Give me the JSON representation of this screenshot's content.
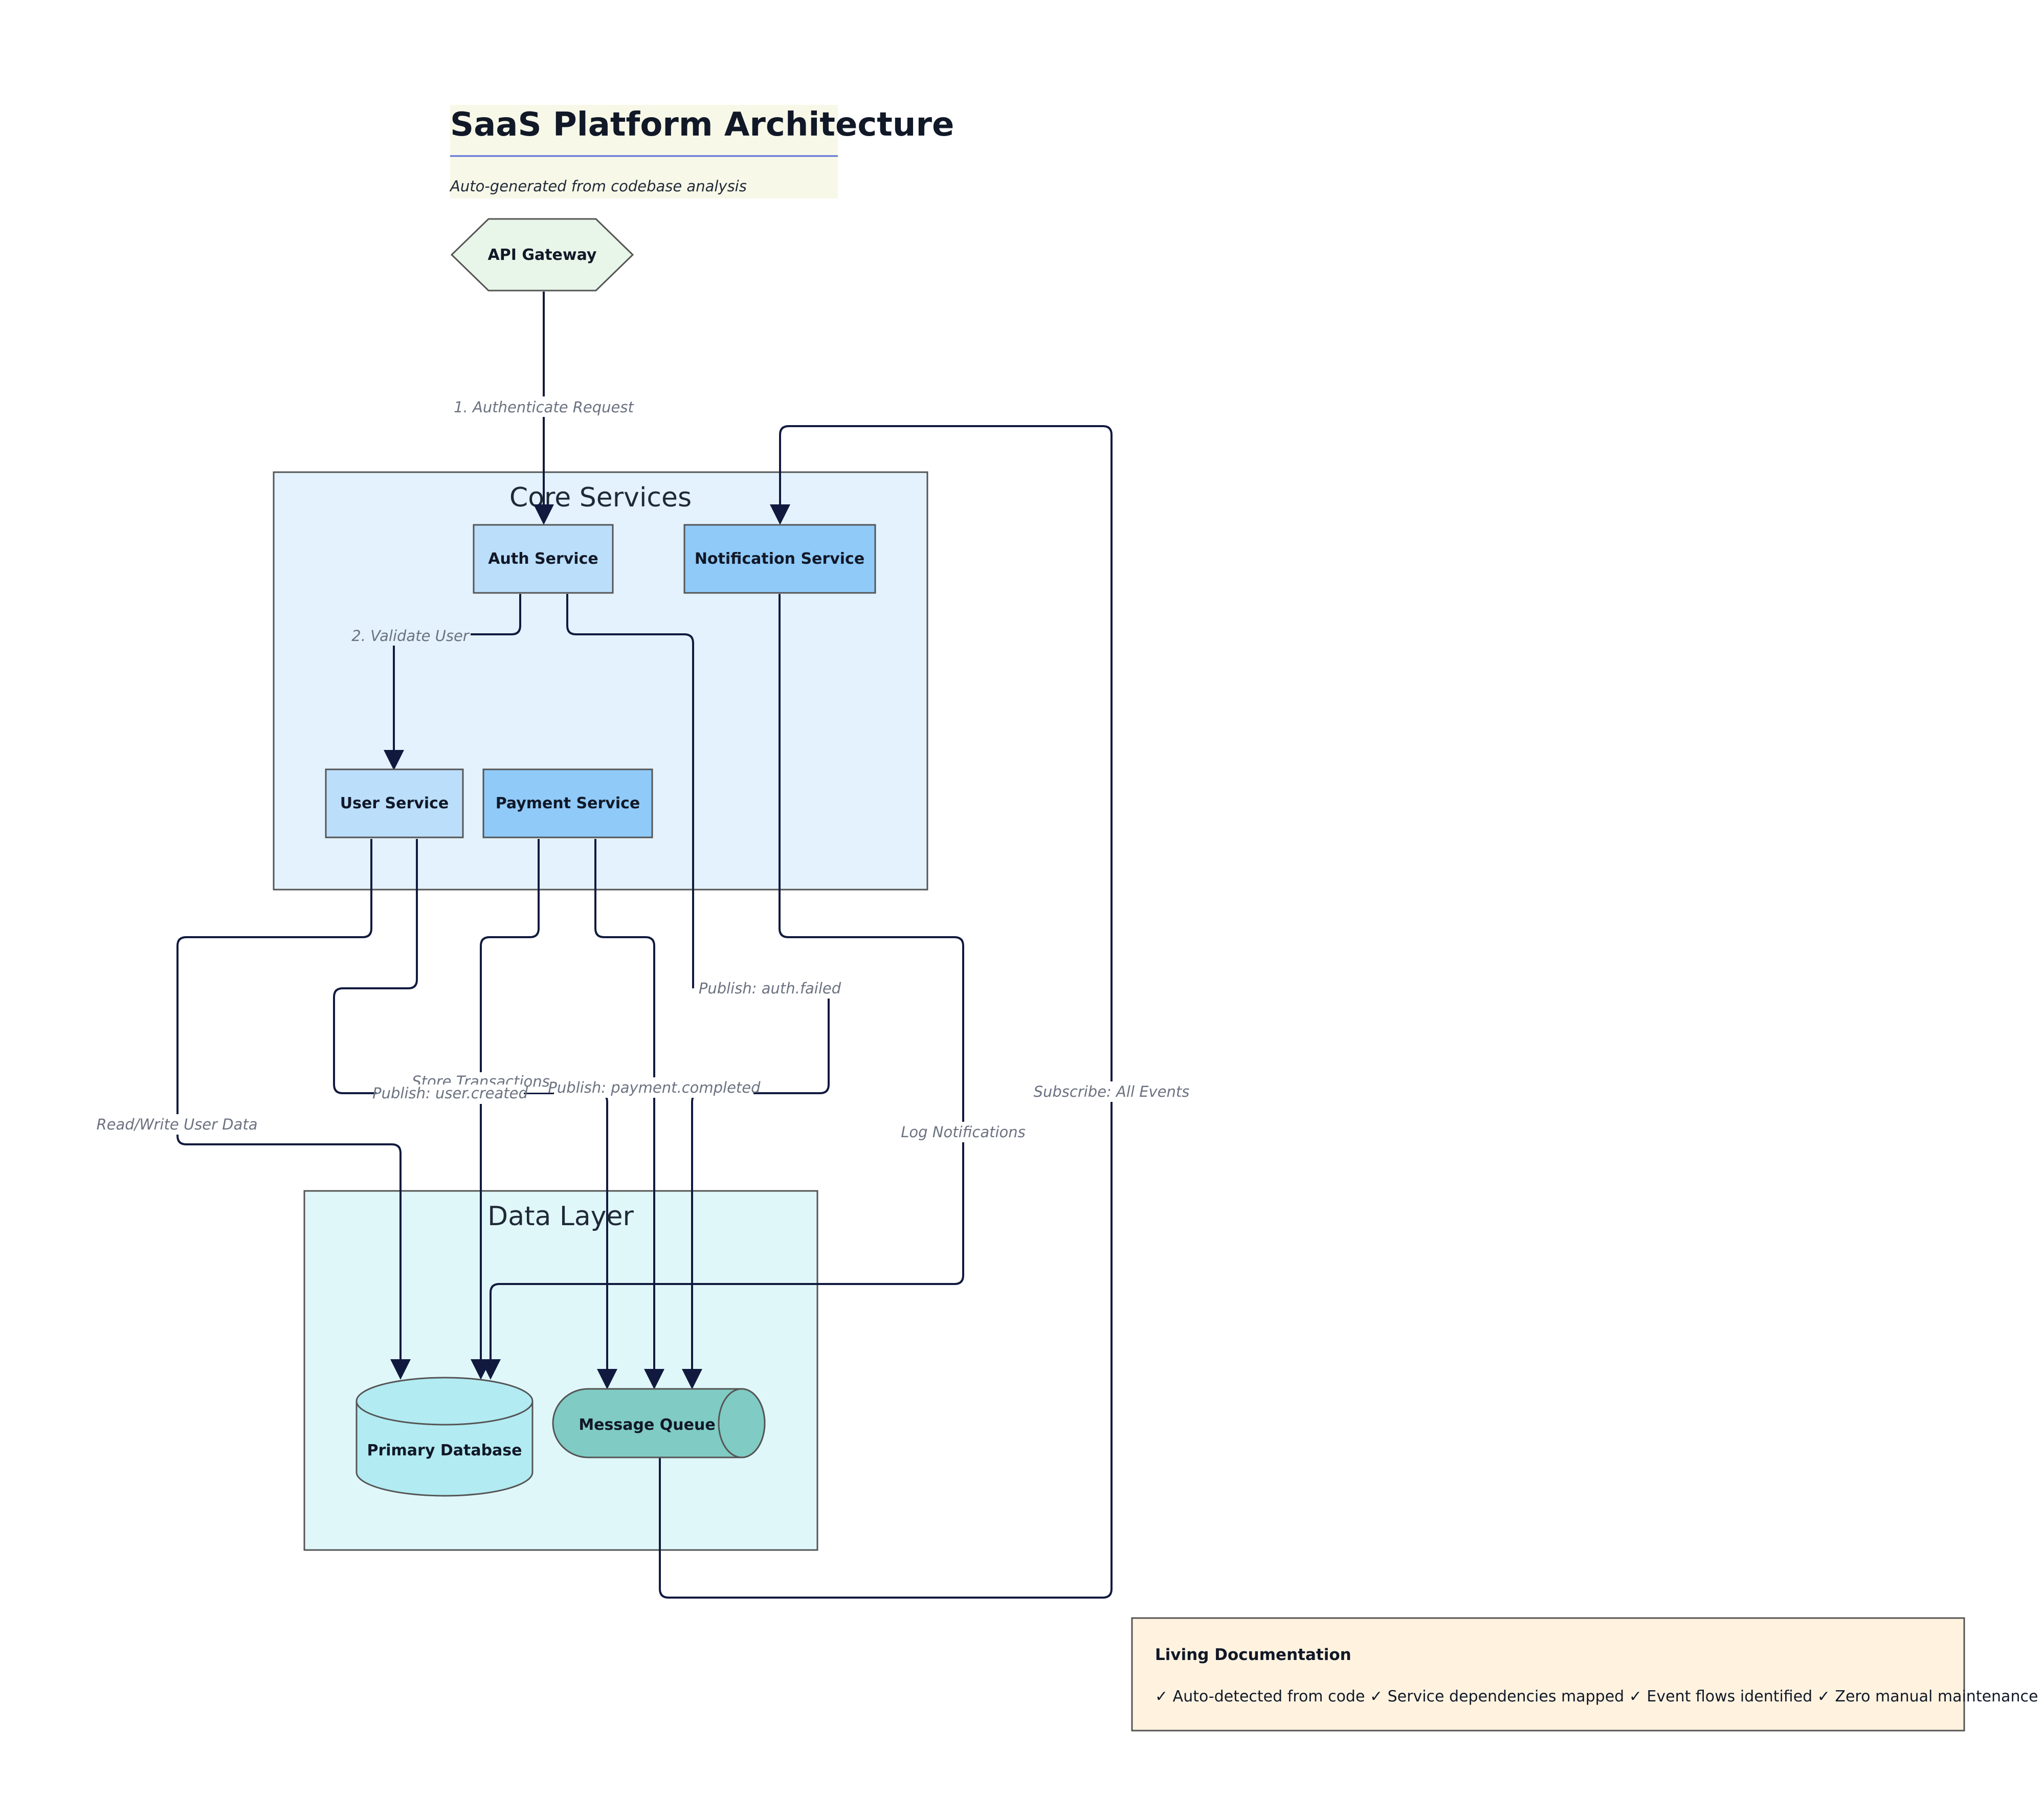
{
  "title": "SaaS Platform Architecture",
  "subtitle": "Auto-generated from codebase analysis",
  "groups": {
    "core": "Core Services",
    "data": "Data Layer"
  },
  "nodes": {
    "api_gateway": "API Gateway",
    "auth_service": "Auth Service",
    "notification_service": "Notification Service",
    "user_service": "User Service",
    "payment_service": "Payment Service",
    "primary_database": "Primary Database",
    "message_queue": "Message Queue"
  },
  "edges": {
    "authenticate": "1. Authenticate Request",
    "validate_user": "2. Validate User",
    "publish_auth_failed": "Publish: auth.failed",
    "read_write_user_data": "Read/Write User Data",
    "publish_user_created": "Publish: user.created",
    "store_transactions": "Store Transactions",
    "publish_payment_completed": "Publish: payment.completed",
    "log_notifications": "Log Notifications",
    "subscribe_all_events": "Subscribe: All Events"
  },
  "note": {
    "title": "Living Documentation",
    "body": "✓ Auto-detected from code ✓ Service dependencies mapped ✓ Event flows identified ✓ Zero manual maintenance"
  },
  "colors": {
    "edge": "#111a3e",
    "core_group_fill": "#e3f2fd",
    "data_group_fill": "#e0f7fa",
    "light_service_fill": "#bbdefb",
    "dark_service_fill": "#90caf9",
    "gateway_fill": "#e8f5e9",
    "database_fill": "#b2ebf2",
    "queue_fill": "#80cbc4",
    "title_bg": "#f7f8e8",
    "note_fill": "#fff3e0"
  }
}
